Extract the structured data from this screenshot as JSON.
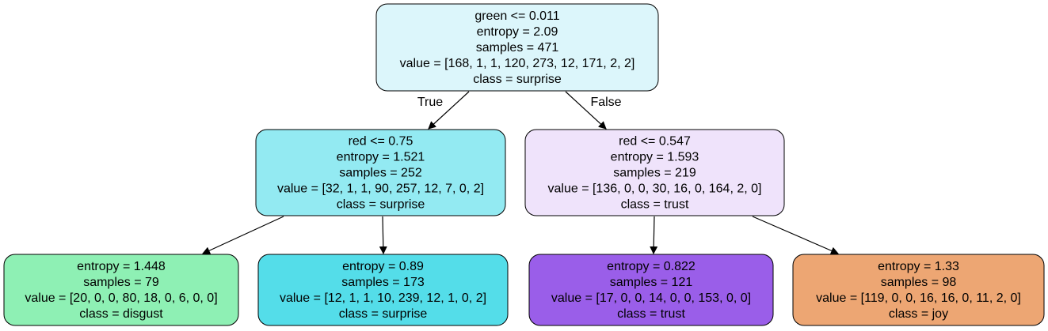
{
  "tree": {
    "nodes": [
      {
        "id": "root",
        "fill": "#dcf6fb",
        "lines": [
          "green <= 0.011",
          "entropy = 2.09",
          "samples = 471",
          "value = [168, 1, 1, 120, 273, 12, 171, 2, 2]",
          "class = surprise"
        ]
      },
      {
        "id": "left",
        "fill": "#93eaf2",
        "lines": [
          "red <= 0.75",
          "entropy = 1.521",
          "samples = 252",
          "value = [32, 1, 1, 90, 257, 12, 7, 0, 2]",
          "class = surprise"
        ]
      },
      {
        "id": "right",
        "fill": "#efe3fb",
        "lines": [
          "red <= 0.547",
          "entropy = 1.593",
          "samples = 219",
          "value = [136, 0, 0, 30, 16, 0, 164, 2, 0]",
          "class = trust"
        ]
      },
      {
        "id": "ll",
        "fill": "#8ef0b4",
        "lines": [
          "entropy = 1.448",
          "samples = 79",
          "value = [20, 0, 0, 80, 18, 0, 6, 0, 0]",
          "class = disgust"
        ]
      },
      {
        "id": "lr",
        "fill": "#54dde9",
        "lines": [
          "entropy = 0.89",
          "samples = 173",
          "value = [12, 1, 1, 10, 239, 12, 1, 0, 2]",
          "class = surprise"
        ]
      },
      {
        "id": "rl",
        "fill": "#9a5ee9",
        "lines": [
          "entropy = 0.822",
          "samples = 121",
          "value = [17, 0, 0, 14, 0, 0, 153, 0, 0]",
          "class = trust"
        ]
      },
      {
        "id": "rr",
        "fill": "#eda673",
        "lines": [
          "entropy = 1.33",
          "samples = 98",
          "value = [119, 0, 0, 16, 16, 0, 11, 2, 0]",
          "class = joy"
        ]
      }
    ],
    "edges": [
      {
        "from": "root",
        "to": "left",
        "label": "True"
      },
      {
        "from": "root",
        "to": "right",
        "label": "False"
      },
      {
        "from": "left",
        "to": "ll",
        "label": ""
      },
      {
        "from": "left",
        "to": "lr",
        "label": ""
      },
      {
        "from": "right",
        "to": "rl",
        "label": ""
      },
      {
        "from": "right",
        "to": "rr",
        "label": ""
      }
    ]
  }
}
